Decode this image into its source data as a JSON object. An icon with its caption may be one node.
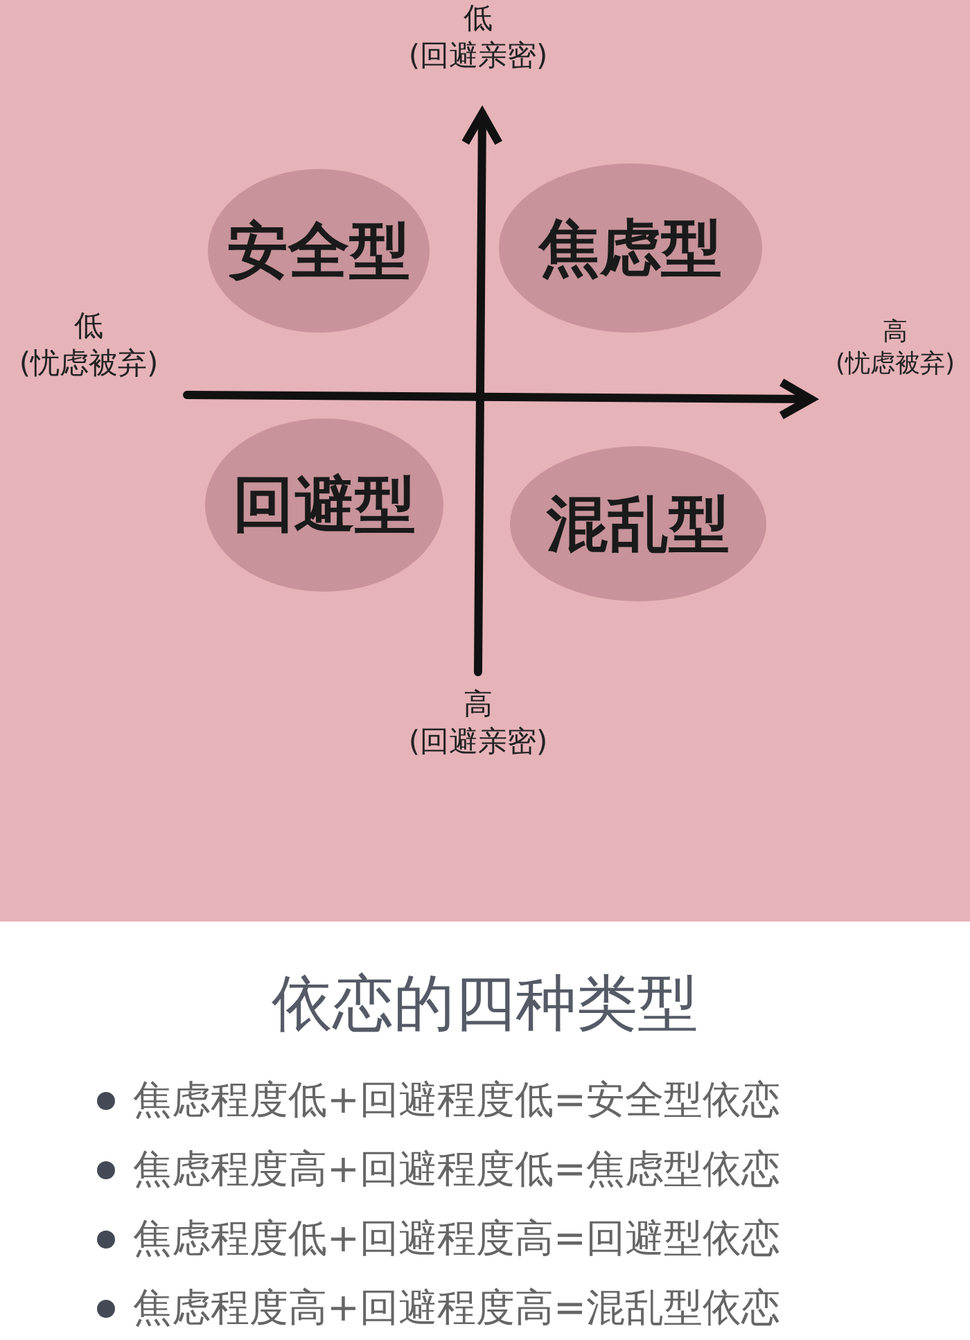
{
  "diagram": {
    "title": "依恋的四种类型",
    "nodes": [
      {
        "text": [
          "安全型"
        ]
      },
      {
        "text": [
          "焦虑型"
        ]
      },
      {
        "text": [
          "回避型"
        ]
      },
      {
        "text": [
          "混乱型"
        ]
      }
    ],
    "labels": [
      "低 (回避亲密)",
      "低 (忧虑被弃)",
      "高 (忧虑被弃)",
      "高 (回避亲密)",
      "焦虑程度低+回避程度低=安全型依恋",
      "焦虑程度高+回避程度低=焦虑型依恋",
      "焦虑程度低+回避程度高=回避型依恋",
      "焦虑程度高+回避程度高=混乱型依恋"
    ]
  }
}
